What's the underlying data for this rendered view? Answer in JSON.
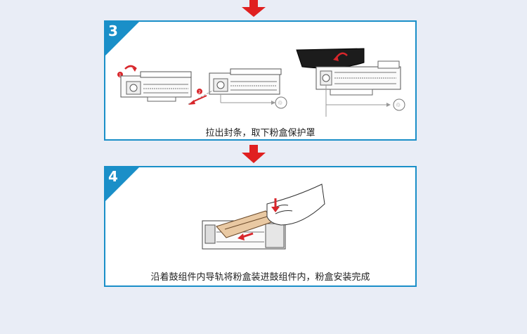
{
  "colors": {
    "background": "#e9edf6",
    "panel_border": "#1a8fc8",
    "badge": "#1a8fc8",
    "arrow_red": "#e02020"
  },
  "step3": {
    "number": "3",
    "caption": "拉出封条，取下粉盒保护罩"
  },
  "step4": {
    "number": "4",
    "caption": "沿着鼓组件内导轨将粉盒装进鼓组件内，粉盒安装完成"
  },
  "icons": [
    "down-arrow-icon",
    "recycle-icon"
  ]
}
